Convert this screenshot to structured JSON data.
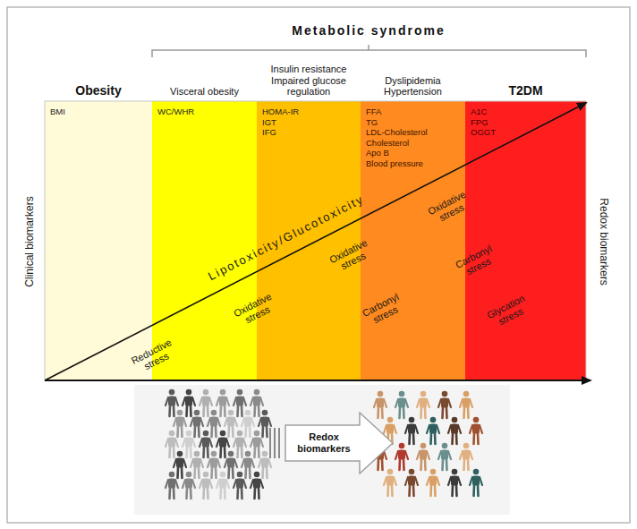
{
  "diagram": {
    "title": "Metabolic syndrome",
    "nodes": [
      {
        "text": [
          "Obesity",
          "BMI"
        ]
      },
      {
        "text": [
          "Visceral obesity",
          "WC/WHR"
        ]
      },
      {
        "text": [
          "Insulin resistance Impaired glucose regulation",
          "HOMA-IR",
          "IGT",
          "IFG"
        ]
      },
      {
        "text": [
          "Dyslipidemia Hypertension",
          "FFA",
          "TG",
          "LDL-Cholesterol",
          "Cholesterol",
          "Apo B",
          "Blood pressure"
        ]
      },
      {
        "text": [
          "T2DM",
          "A1C",
          "FPG",
          "OGGT"
        ]
      },
      {
        "text": [
          "Redox biomarkers"
        ]
      }
    ],
    "labels": [
      "Clinical biomarkers",
      "Redox biomarkers",
      "Lipotoxicity/Glucotoxicity",
      "Reductive stress",
      "Oxidative stress",
      "Oxidative stress",
      "Oxidative stress",
      "Carbonyl stress",
      "Carbonyl stress",
      "Glycation stress"
    ]
  }
}
